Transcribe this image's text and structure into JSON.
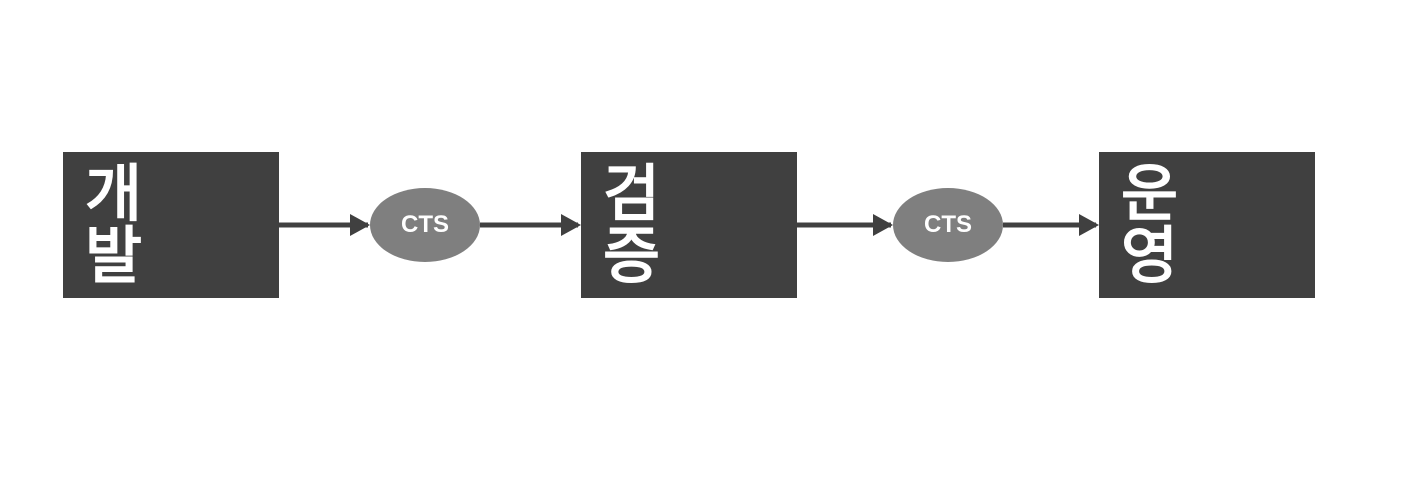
{
  "diagram": {
    "stages": [
      {
        "label": "개 발"
      },
      {
        "label": "검 증"
      },
      {
        "label": "운 영"
      }
    ],
    "transports": [
      {
        "label": "CTS"
      },
      {
        "label": "CTS"
      }
    ]
  },
  "colors": {
    "stage_fill": "#404040",
    "transport_fill": "#7f7f7f",
    "arrow": "#404040",
    "text": "#ffffff",
    "background": "#ffffff"
  }
}
